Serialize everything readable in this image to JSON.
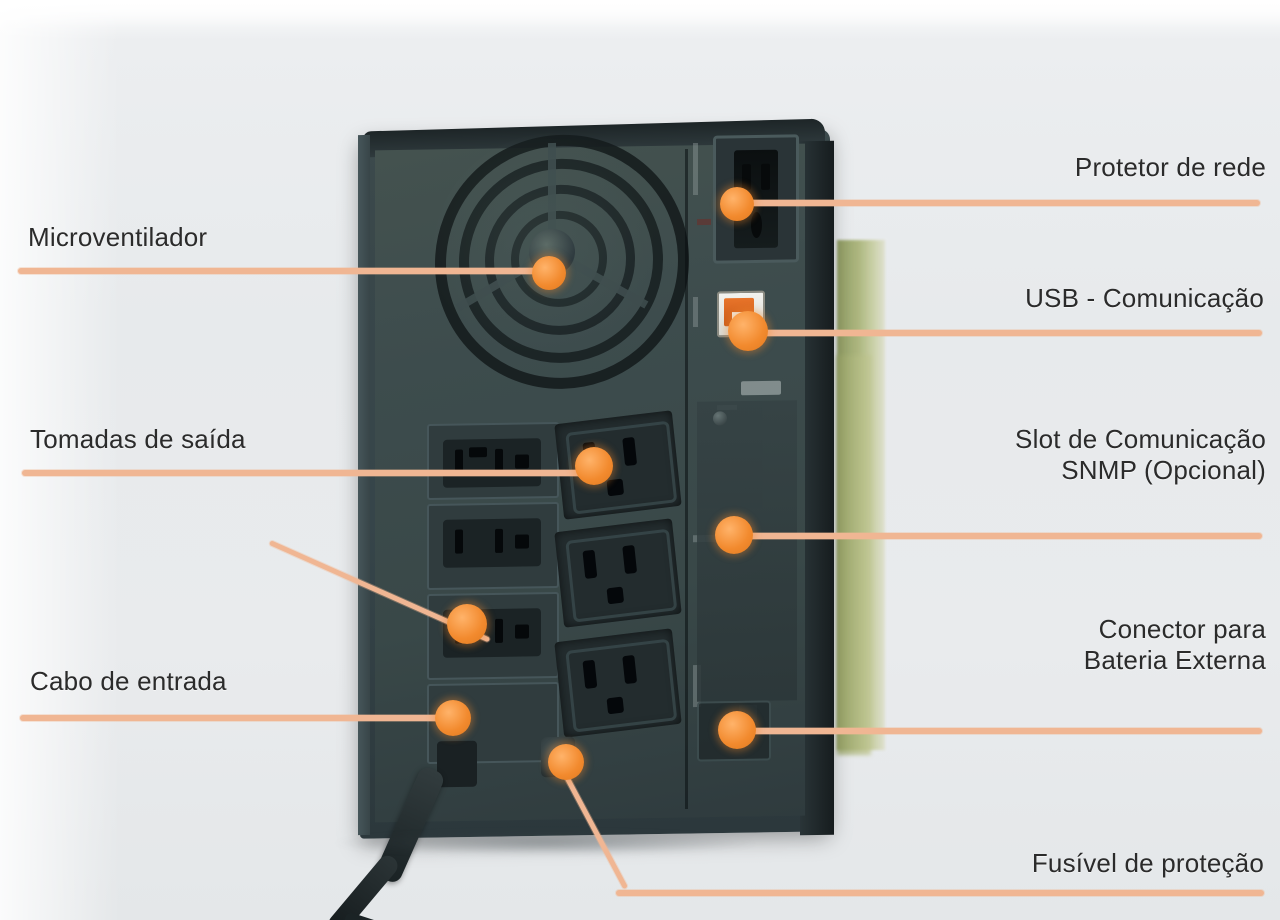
{
  "figure": {
    "subject": "nobreak-ups-rear-panel",
    "background_color": "#e9ecee",
    "leader_color": "#f0b693",
    "callout_dot_color": "#f28a2e",
    "label_text_color": "#2b2b2b"
  },
  "callouts": {
    "microventilador": {
      "label": "Microventilador"
    },
    "tomadas_saida": {
      "label": "Tomadas de saída"
    },
    "cabo_entrada": {
      "label": "Cabo de entrada"
    },
    "protetor_rede": {
      "label": "Protetor de rede"
    },
    "usb_comunicacao": {
      "label": "USB - Comunicação"
    },
    "slot_snmp": {
      "label_line1": "Slot de Comunicação",
      "label_line2": "SNMP (Opcional)"
    },
    "bateria_externa": {
      "label_line1": "Conector para",
      "label_line2": "Bateria Externa"
    },
    "fusivel": {
      "label": "Fusível de proteção"
    }
  }
}
